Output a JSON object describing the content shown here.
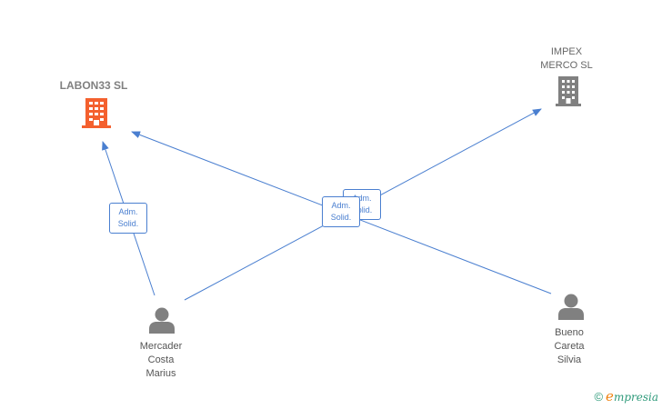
{
  "nodes": {
    "labon": {
      "name": "LABON33  SL",
      "color": "#f4602e"
    },
    "impex": {
      "name_line1": "IMPEX",
      "name_line2": "MERCO SL",
      "color": "#808080"
    },
    "mercader": {
      "line1": "Mercader",
      "line2": "Costa",
      "line3": "Marius"
    },
    "bueno": {
      "line1": "Bueno",
      "line2": "Careta",
      "line3": "Silvia"
    }
  },
  "relations": {
    "mercader_labon": {
      "line1": "Adm.",
      "line2": "Solid."
    },
    "bueno_labon": {
      "line1": "Adm.",
      "line2": "Solid."
    },
    "mercader_impex": {
      "line1": "Adm.",
      "line2": "Solid."
    }
  },
  "colors": {
    "edge": "#4a7fd0",
    "person": "#808080"
  },
  "footer": {
    "copyright": "©",
    "brand_initial": "e",
    "brand_rest": "mpresia"
  }
}
